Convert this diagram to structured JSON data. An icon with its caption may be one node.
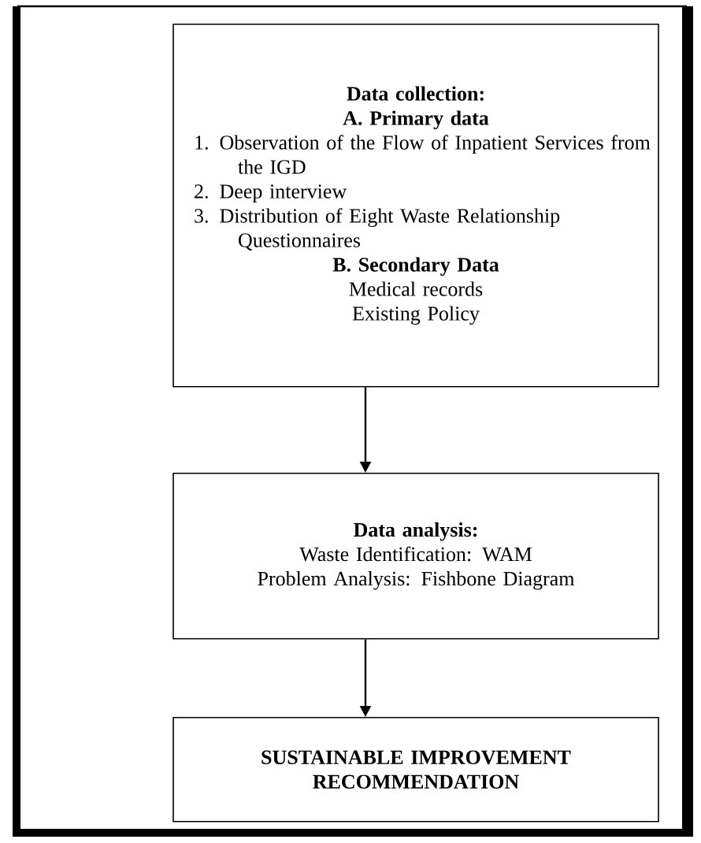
{
  "diagram": {
    "nodes": [
      {
        "text": [
          "Data collection:",
          "A. Primary data",
          "1. Observation of the Flow of Inpatient Services from the IGD",
          "2. Deep interview",
          "3. Distribution of Eight Waste Relationship Questionnaires",
          "B. Secondary Data",
          "Medical records",
          "Existing Policy"
        ]
      },
      {
        "text": [
          "Data analysis:",
          "Waste Identification: WAM",
          "Problem Analysis: Fishbone Diagram"
        ]
      },
      {
        "text": [
          "SUSTAINABLE IMPROVEMENT RECOMMENDATION"
        ]
      }
    ],
    "edges": [
      {
        "from": 0,
        "to": 1,
        "arrow": "to"
      },
      {
        "from": 1,
        "to": 2,
        "arrow": "to"
      }
    ]
  }
}
